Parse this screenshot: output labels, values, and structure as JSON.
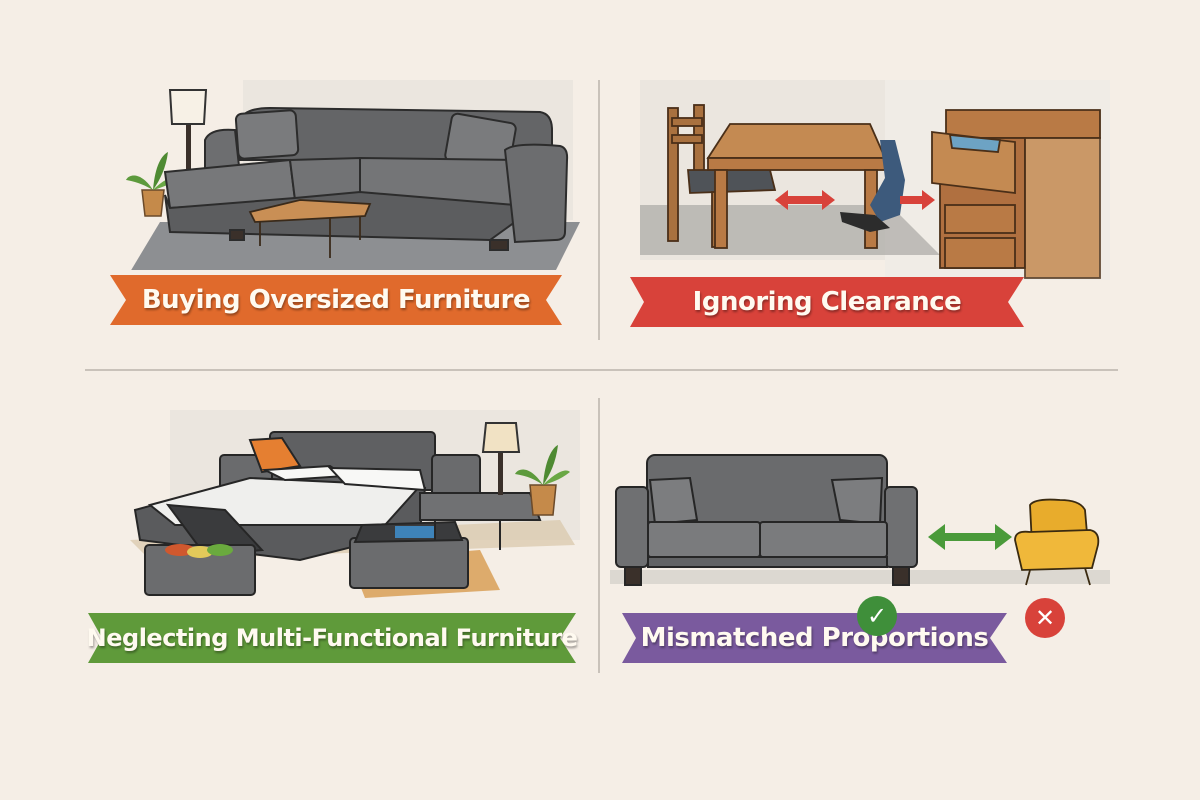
{
  "panels": [
    {
      "id": "oversized",
      "label": "Buying Oversized Furniture",
      "banner_color": "#e06a2c",
      "scene": [
        "floor-lamp",
        "potted-plant",
        "sectional-sofa",
        "coffee-table",
        "area-rug"
      ]
    },
    {
      "id": "clearance",
      "label": "Ignoring Clearance",
      "banner_color": "#d8423a",
      "scene": [
        "dining-chair",
        "dining-table",
        "person-legs",
        "dresser-open-drawer",
        "clearance-arrows"
      ]
    },
    {
      "id": "multifunctional",
      "label": "Neglecting Multi-Functional Furniture",
      "banner_color": "#5f9a3a",
      "scene": [
        "sofa-bed",
        "storage-ottoman-open",
        "storage-ottoman-tray",
        "bench-ottoman",
        "floor-lamp",
        "potted-plant"
      ]
    },
    {
      "id": "proportions",
      "label": "Mismatched Proportions",
      "banner_color": "#7a5a9e",
      "scene": [
        "large-sofa",
        "small-armchair",
        "double-arrow"
      ],
      "badges": [
        {
          "icon": "check-icon",
          "glyph": "✓",
          "color": "#3f8f3a"
        },
        {
          "icon": "cross-icon",
          "glyph": "✕",
          "color": "#d8423a"
        }
      ]
    }
  ],
  "colors": {
    "background": "#f5eee6",
    "divider": "#c9c2ba",
    "sofa_gray": "#6e6f71",
    "wood": "#b97a45",
    "arrow_red": "#d8423a",
    "arrow_green": "#4a9a3a",
    "armchair_yellow": "#e8ac2c"
  }
}
